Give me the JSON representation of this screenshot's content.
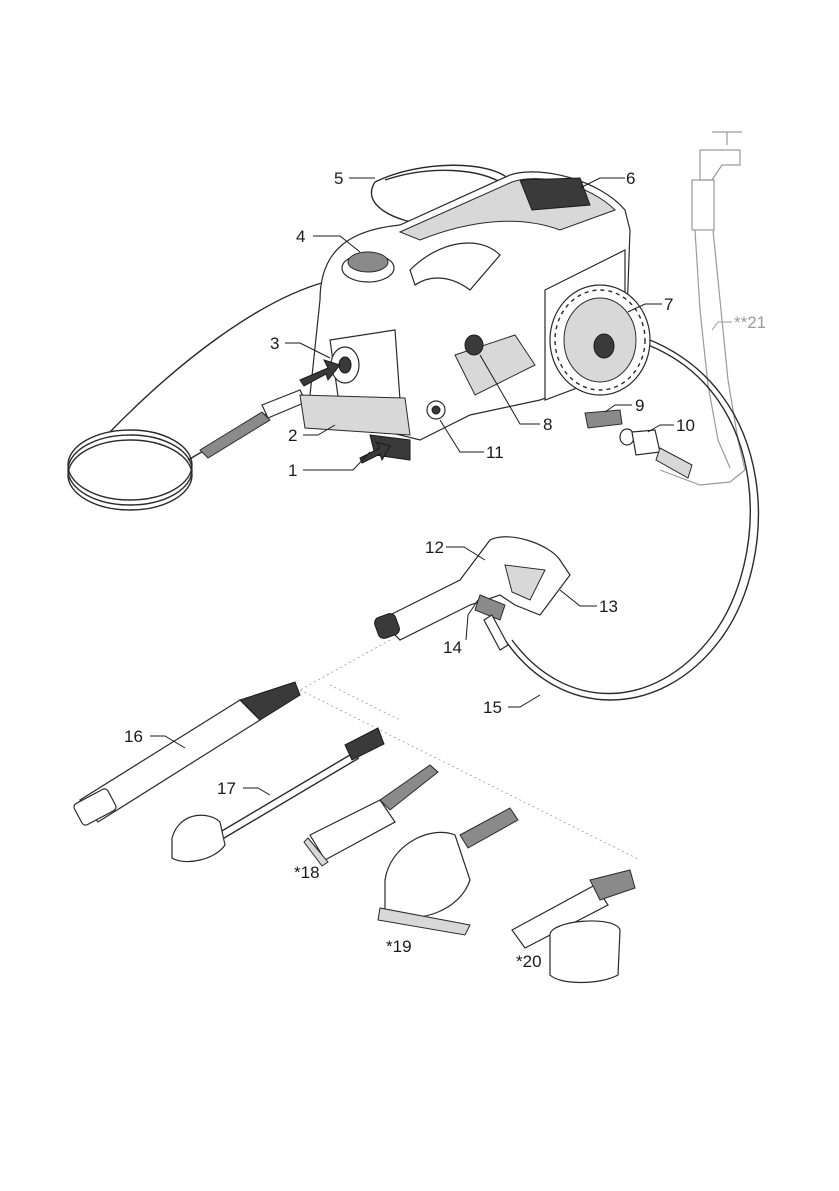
{
  "callouts": [
    {
      "id": "c1",
      "label": "1"
    },
    {
      "id": "c2",
      "label": "2"
    },
    {
      "id": "c3",
      "label": "3"
    },
    {
      "id": "c4",
      "label": "4"
    },
    {
      "id": "c5",
      "label": "5"
    },
    {
      "id": "c6",
      "label": "6"
    },
    {
      "id": "c7",
      "label": "7"
    },
    {
      "id": "c8",
      "label": "8"
    },
    {
      "id": "c9",
      "label": "9"
    },
    {
      "id": "c10",
      "label": "10"
    },
    {
      "id": "c11",
      "label": "11"
    },
    {
      "id": "c12",
      "label": "12"
    },
    {
      "id": "c13",
      "label": "13"
    },
    {
      "id": "c14",
      "label": "14"
    },
    {
      "id": "c15",
      "label": "15"
    },
    {
      "id": "c16",
      "label": "16"
    },
    {
      "id": "c17",
      "label": "17"
    },
    {
      "id": "c18",
      "label": "*18"
    },
    {
      "id": "c19",
      "label": "*19"
    },
    {
      "id": "c20",
      "label": "*20"
    },
    {
      "id": "c21",
      "label": "**21"
    }
  ],
  "colors": {
    "line": "#1a1a1a",
    "optional": "#9a9a9a",
    "fill_dark": "#3a3a3a"
  }
}
